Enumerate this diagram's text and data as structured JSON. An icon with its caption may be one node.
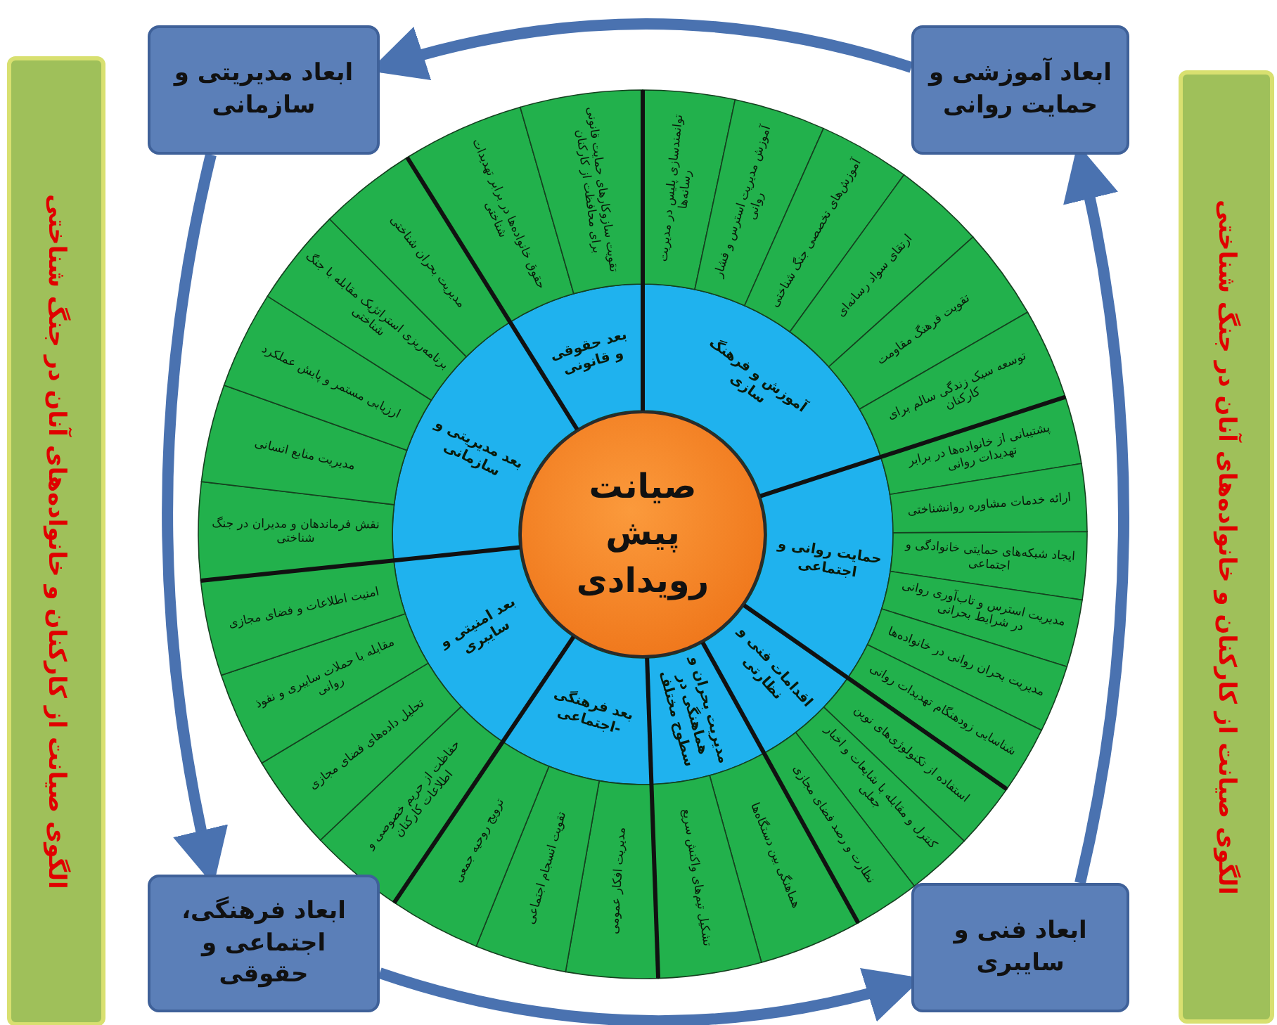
{
  "diagram": {
    "nodes": [
      {
        "text": [
          "ابعاد مدیریتی و سازمانی"
        ]
      },
      {
        "text": [
          "ابعاد آموزشی و حمایت روانی"
        ]
      },
      {
        "text": [
          "الگوی صیانت از کارکنان و خانواده‌های آنان در جنگ شناختی"
        ]
      },
      {
        "text": [
          "الگوی صیانت از کارکنان و خانواده‌های آنان در جنگ شناختی"
        ]
      },
      {
        "text": [
          "صیانت پیش رویدادی"
        ]
      },
      {
        "text": [
          "آموزش و فرهنگ سازی"
        ]
      },
      {
        "text": [
          "حمایت روانی و اجتماعی"
        ]
      },
      {
        "text": [
          "اقدامات فنی و نظارتی"
        ]
      },
      {
        "text": [
          "مدیریت بحران و هماهنگی در سطوح مختلف"
        ]
      },
      {
        "text": [
          "بعد فرهنگی -اجتماعی"
        ]
      },
      {
        "text": [
          "بعد امنیتی و سایبری"
        ]
      },
      {
        "text": [
          "بعد مدیریتی و سازمانی"
        ]
      },
      {
        "text": [
          "بعد حقوقی و قانونی"
        ]
      },
      {
        "text": [
          "توانمندسازی پلیس در مدیریت رسانه‌ها"
        ]
      },
      {
        "text": [
          "آموزش مدیریت استرس و فشار روانی"
        ]
      },
      {
        "text": [
          "آموزش‌های تخصصی جنگ شناختی"
        ]
      },
      {
        "text": [
          "ارتقای سواد رسانه‌ای"
        ]
      },
      {
        "text": [
          "تقویت فرهنگ مقاومت"
        ]
      },
      {
        "text": [
          "توسعه سبک زندگی سالم برای کارکنان"
        ]
      },
      {
        "text": [
          "پشتیبانی از خانواده‌ها در برابر تهدیدات روانی"
        ]
      },
      {
        "text": [
          "ارائه خدمات مشاوره روانشناختی"
        ]
      },
      {
        "text": [
          "ایجاد شبکه‌های حمایتی خانوادگی و اجتماعی"
        ]
      },
      {
        "text": [
          "مدیریت استرس و تاب‌آوری روانی در شرایط بحرانی"
        ]
      },
      {
        "text": [
          "مدیریت بحران روانی در خانواده‌ها"
        ]
      },
      {
        "text": [
          "شناسایی زودهنگام تهدیدات روانی"
        ]
      },
      {
        "text": [
          "استفاده از تکنولوژی‌های نوین"
        ]
      },
      {
        "text": [
          "کنترل و مقابله با شایعات و اخبار جعلی"
        ]
      },
      {
        "text": [
          "نظارت و رصد فضای مجازی"
        ]
      },
      {
        "text": [
          "هماهنگی بین دستگاه‌ها"
        ]
      },
      {
        "text": [
          "تشکیل تیم‌های واکنش سریع"
        ]
      },
      {
        "text": [
          "مدیریت افکار عمومی"
        ]
      },
      {
        "text": [
          "تقویت انسجام اجتماعی"
        ]
      },
      {
        "text": [
          "ترویج روحیه جمعی"
        ]
      },
      {
        "text": [
          "حفاظت از حریم خصوصی و اطلاعات کارکنان"
        ]
      },
      {
        "text": [
          "تحلیل داده‌های فضای مجازی"
        ]
      },
      {
        "text": [
          "مقابله با حملات سایبری و نفوذ روانی"
        ]
      },
      {
        "text": [
          "امنیت اطلاعات و فضای مجازی"
        ]
      },
      {
        "text": [
          "نقش فرماندهان و مدیران در جنگ شناختی"
        ]
      },
      {
        "text": [
          "مدیریت منابع انسانی"
        ]
      },
      {
        "text": [
          "ارزیابی مستمر و پایش عملکرد"
        ]
      },
      {
        "text": [
          "برنامه‌ریزی استراتژیک مقابله با جنگ شناختی"
        ]
      },
      {
        "text": [
          "مدیریت بحران شناختی"
        ]
      },
      {
        "text": [
          "حقوق خانواده‌ها در برابر تهدیدات شناختی"
        ]
      },
      {
        "text": [
          "تقویت سازوکارهای حمایت قانونی برای محافظت از کارکنان"
        ]
      },
      {
        "text": [
          "ابعاد فرهنگی، اجتماعی و حقوقی"
        ]
      },
      {
        "text": [
          "ابعاد فنی و سایبری"
        ]
      }
    ],
    "edges": [
      {
        "from": 1,
        "to": 0,
        "arrow": "to"
      },
      {
        "from": 0,
        "to": 44,
        "arrow": "to"
      },
      {
        "from": 44,
        "to": 45,
        "arrow": "to"
      },
      {
        "from": 45,
        "to": 1,
        "arrow": "to"
      }
    ]
  }
}
